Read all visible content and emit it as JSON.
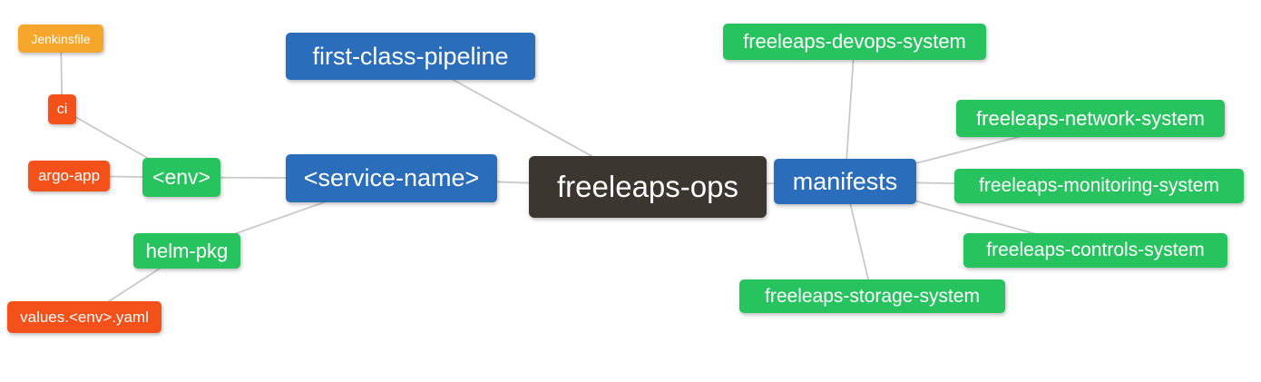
{
  "diagram": {
    "title": "freeleaps-ops mind map",
    "background_color": "#ffffff",
    "edge_color": "#c9c9c9",
    "palette": {
      "root_dark": "#3b3630",
      "branch_blue": "#2a6dbb",
      "leaf_green": "#27c35f",
      "leaf_red_orange": "#f4501a",
      "leaf_orange": "#f7a62c",
      "text_white": "#ffffff"
    },
    "nodes": [
      {
        "id": "freeleaps-ops",
        "label": "freeleaps-ops",
        "color": "#3b3630",
        "text_color": "#ffffff"
      },
      {
        "id": "first-class-pipeline",
        "label": "first-class-pipeline",
        "color": "#2a6dbb",
        "text_color": "#ffffff"
      },
      {
        "id": "service-name",
        "label": "<service-name>",
        "color": "#2a6dbb",
        "text_color": "#ffffff"
      },
      {
        "id": "manifests",
        "label": "manifests",
        "color": "#2a6dbb",
        "text_color": "#ffffff"
      },
      {
        "id": "env",
        "label": "<env>",
        "color": "#27c35f",
        "text_color": "#ffffff"
      },
      {
        "id": "helm-pkg",
        "label": "helm-pkg",
        "color": "#27c35f",
        "text_color": "#ffffff"
      },
      {
        "id": "argo-app",
        "label": "argo-app",
        "color": "#f4501a",
        "text_color": "#ffffff"
      },
      {
        "id": "ci",
        "label": "ci",
        "color": "#f4501a",
        "text_color": "#ffffff"
      },
      {
        "id": "jenkinsfile",
        "label": "Jenkinsfile",
        "color": "#f7a62c",
        "text_color": "#ffffff"
      },
      {
        "id": "values-env-yaml",
        "label": "values.<env>.yaml",
        "color": "#f4501a",
        "text_color": "#ffffff"
      },
      {
        "id": "devops-system",
        "label": "freeleaps-devops-system",
        "color": "#27c35f",
        "text_color": "#ffffff"
      },
      {
        "id": "network-system",
        "label": "freeleaps-network-system",
        "color": "#27c35f",
        "text_color": "#ffffff"
      },
      {
        "id": "monitoring-system",
        "label": "freeleaps-monitoring-system",
        "color": "#27c35f",
        "text_color": "#ffffff"
      },
      {
        "id": "controls-system",
        "label": "freeleaps-controls-system",
        "color": "#27c35f",
        "text_color": "#ffffff"
      },
      {
        "id": "storage-system",
        "label": "freeleaps-storage-system",
        "color": "#27c35f",
        "text_color": "#ffffff"
      }
    ],
    "edges": [
      [
        "jenkinsfile",
        "ci"
      ],
      [
        "ci",
        "env"
      ],
      [
        "argo-app",
        "env"
      ],
      [
        "env",
        "service-name"
      ],
      [
        "helm-pkg",
        "service-name"
      ],
      [
        "values-env-yaml",
        "helm-pkg"
      ],
      [
        "service-name",
        "freeleaps-ops"
      ],
      [
        "first-class-pipeline",
        "freeleaps-ops"
      ],
      [
        "freeleaps-ops",
        "manifests"
      ],
      [
        "manifests",
        "devops-system"
      ],
      [
        "manifests",
        "network-system"
      ],
      [
        "manifests",
        "monitoring-system"
      ],
      [
        "manifests",
        "controls-system"
      ],
      [
        "manifests",
        "storage-system"
      ]
    ]
  }
}
